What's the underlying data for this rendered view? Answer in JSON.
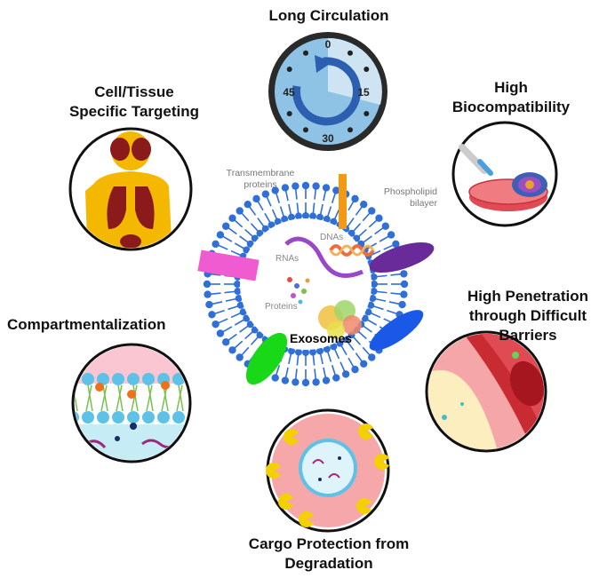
{
  "benefits": {
    "circulation": "Long Circulation",
    "targeting_line1": "Cell/Tissue",
    "targeting_line2": "Specific Targeting",
    "biocompat_line1": "High",
    "biocompat_line2": "Biocompatibility",
    "compartment": "Compartmentalization",
    "penetration_line1": "High Penetration",
    "penetration_line2": "through Difficult",
    "penetration_line3": "Barriers",
    "cargo_line1": "Cargo Protection from",
    "cargo_line2": "Degradation"
  },
  "clock": {
    "t0": "0",
    "t15": "15",
    "t30": "30",
    "t45": "45"
  },
  "exosome": {
    "name": "Exosomes",
    "transmembrane_line1": "Transmembrane",
    "transmembrane_line2": "proteins",
    "phospholipid_line1": "Phospholipid",
    "phospholipid_line2": "bilayer",
    "dnas": "DNAs",
    "rnas": "RNAs",
    "proteins": "Proteins"
  },
  "colors": {
    "membrane": "#2f6fd6",
    "clock_face": "#8fc3e6",
    "body_yellow": "#f5b800",
    "organ_red": "#8b1a1a",
    "vessel_pink": "#f4a6a8"
  }
}
